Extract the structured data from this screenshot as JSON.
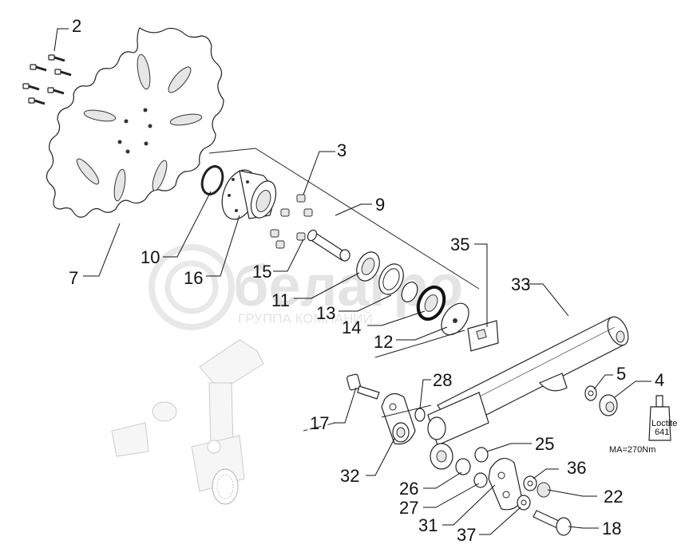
{
  "watermark": {
    "brand": "белагро",
    "subtitle": "ГРУППА КОМПАНИЙ"
  },
  "note": {
    "line1": "Loctite",
    "line2": "641",
    "torque": "MA=270Nm"
  },
  "callouts": [
    {
      "id": "2",
      "text": "2"
    },
    {
      "id": "3",
      "text": "3"
    },
    {
      "id": "4",
      "text": "4"
    },
    {
      "id": "5",
      "text": "5"
    },
    {
      "id": "7",
      "text": "7"
    },
    {
      "id": "9",
      "text": "9"
    },
    {
      "id": "10",
      "text": "10"
    },
    {
      "id": "11",
      "text": "11"
    },
    {
      "id": "12",
      "text": "12"
    },
    {
      "id": "13",
      "text": "13"
    },
    {
      "id": "14",
      "text": "14"
    },
    {
      "id": "15",
      "text": "15"
    },
    {
      "id": "16",
      "text": "16"
    },
    {
      "id": "17",
      "text": "17"
    },
    {
      "id": "18",
      "text": "18"
    },
    {
      "id": "22",
      "text": "22"
    },
    {
      "id": "25",
      "text": "25"
    },
    {
      "id": "26",
      "text": "26"
    },
    {
      "id": "27",
      "text": "27"
    },
    {
      "id": "28",
      "text": "28"
    },
    {
      "id": "31",
      "text": "31"
    },
    {
      "id": "32",
      "text": "32"
    },
    {
      "id": "33",
      "text": "33"
    },
    {
      "id": "35",
      "text": "35"
    },
    {
      "id": "36",
      "text": "36"
    },
    {
      "id": "37",
      "text": "37"
    }
  ]
}
